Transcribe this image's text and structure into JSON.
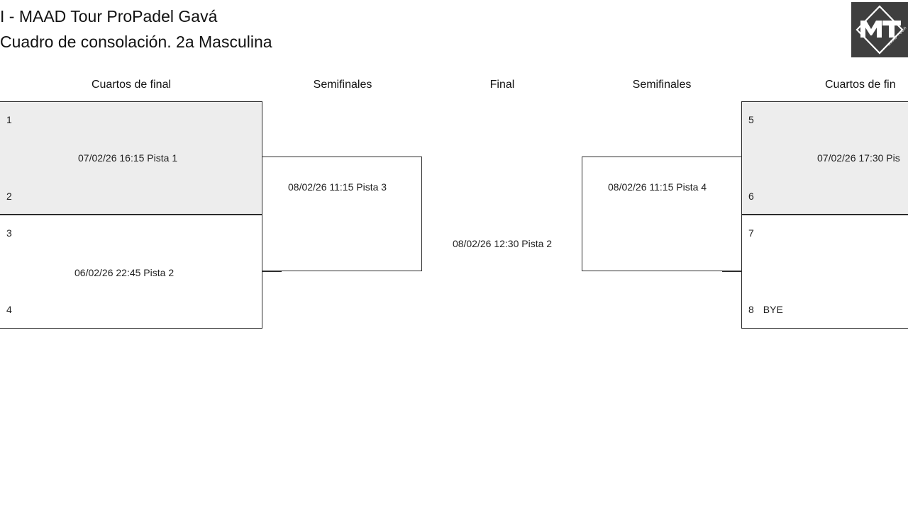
{
  "header": {
    "title_line1": "I - MAAD Tour ProPadel Gavá",
    "title_line2": "Cuadro de consolación. 2a Masculina",
    "logo_alt": "maad-tour-logo",
    "logo_initials": "MT",
    "logo_caption": "MAAD TOUR",
    "logo_bg": "#3f3f3f"
  },
  "rounds": [
    {
      "label": "Cuartos de final"
    },
    {
      "label": "Semifinales"
    },
    {
      "label": "Final"
    },
    {
      "label": "Semifinales"
    },
    {
      "label": "Cuartos de fin"
    }
  ],
  "bracket": {
    "left_quarterfinals": [
      {
        "seed_top": "1",
        "seed_bottom": "2",
        "seed_top_note": "",
        "seed_bottom_note": "",
        "match_info": "07/02/26 16:15 Pista 1",
        "shaded": true
      },
      {
        "seed_top": "3",
        "seed_bottom": "4",
        "seed_top_note": "",
        "seed_bottom_note": "",
        "match_info": "06/02/26 22:45 Pista 2",
        "shaded": false
      }
    ],
    "left_semifinal": {
      "match_info": "08/02/26 11:15 Pista 3"
    },
    "final": {
      "match_info": "08/02/26 12:30 Pista 2"
    },
    "right_semifinal": {
      "match_info": "08/02/26 11:15 Pista 4"
    },
    "right_quarterfinals": [
      {
        "seed_top": "5",
        "seed_bottom": "6",
        "seed_top_note": "",
        "seed_bottom_note": "",
        "match_info": "07/02/26 17:30 Pis",
        "shaded": true
      },
      {
        "seed_top": "7",
        "seed_bottom": "8",
        "seed_top_note": "",
        "seed_bottom_note": "BYE",
        "match_info": "",
        "shaded": false
      }
    ]
  },
  "colors": {
    "shaded_fill": "#ededed",
    "border": "#2b2b2b",
    "text": "#1f1f1f"
  }
}
